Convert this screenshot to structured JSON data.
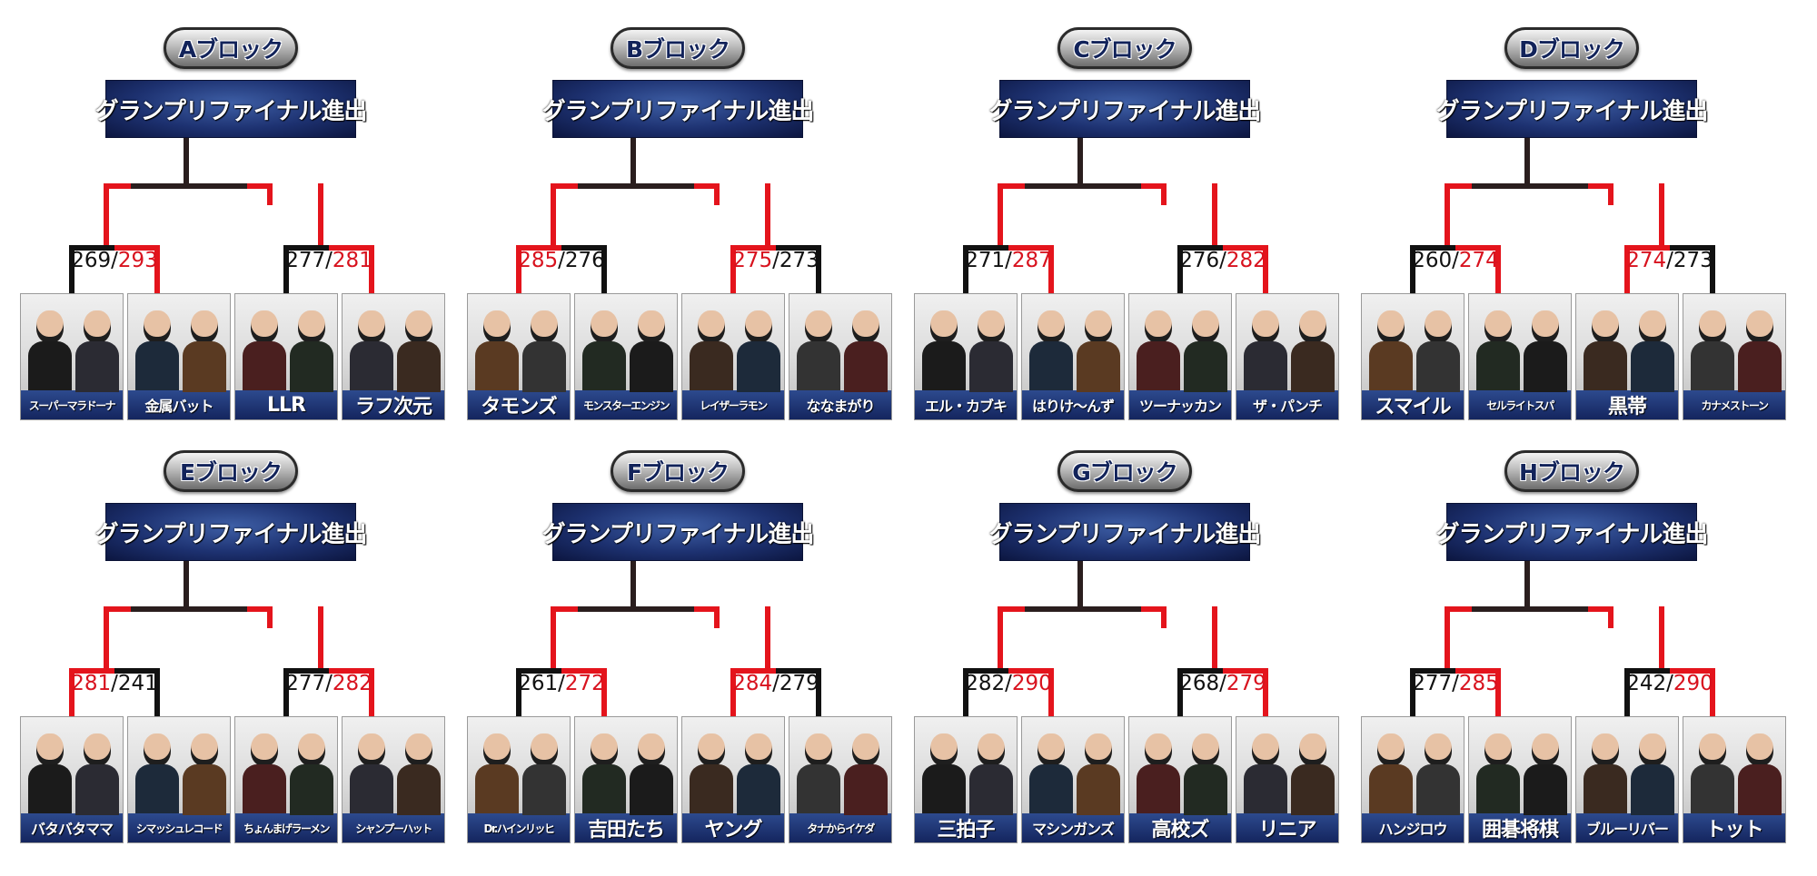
{
  "blocks": [
    {
      "label": "Aブロック",
      "advance": "グランプリファイナル進出",
      "winner_side": "both",
      "matches": [
        {
          "score_left": "269",
          "score_right": "293",
          "winner": "right",
          "teams": [
            {
              "name": "スーパーマラドーナ"
            },
            {
              "name": "金属バット"
            }
          ]
        },
        {
          "score_left": "277",
          "score_right": "281",
          "winner": "right",
          "teams": [
            {
              "name": "LLR"
            },
            {
              "name": "ラフ次元"
            }
          ]
        }
      ]
    },
    {
      "label": "Bブロック",
      "advance": "グランプリファイナル進出",
      "matches": [
        {
          "score_left": "285",
          "score_right": "276",
          "winner": "left",
          "teams": [
            {
              "name": "タモンズ"
            },
            {
              "name": "モンスターエンジン"
            }
          ]
        },
        {
          "score_left": "275",
          "score_right": "273",
          "winner": "left",
          "teams": [
            {
              "name": "レイザーラモン"
            },
            {
              "name": "ななまがり"
            }
          ]
        }
      ]
    },
    {
      "label": "Cブロック",
      "advance": "グランプリファイナル進出",
      "matches": [
        {
          "score_left": "271",
          "score_right": "287",
          "winner": "right",
          "teams": [
            {
              "name": "エル・カブキ"
            },
            {
              "name": "はりけ〜んず"
            }
          ]
        },
        {
          "score_left": "276",
          "score_right": "282",
          "winner": "right",
          "teams": [
            {
              "name": "ツーナッカン"
            },
            {
              "name": "ザ・パンチ"
            }
          ]
        }
      ]
    },
    {
      "label": "Dブロック",
      "advance": "グランプリファイナル進出",
      "matches": [
        {
          "score_left": "260",
          "score_right": "274",
          "winner": "right",
          "teams": [
            {
              "name": "スマイル"
            },
            {
              "name": "セルライトスパ"
            }
          ]
        },
        {
          "score_left": "274",
          "score_right": "273",
          "winner": "left",
          "teams": [
            {
              "name": "黒帯"
            },
            {
              "name": "カナメストーン"
            }
          ]
        }
      ]
    },
    {
      "label": "Eブロック",
      "advance": "グランプリファイナル進出",
      "matches": [
        {
          "score_left": "281",
          "score_right": "241",
          "winner": "left",
          "teams": [
            {
              "name": "バタバタママ"
            },
            {
              "name": "シマッシュレコード"
            }
          ]
        },
        {
          "score_left": "277",
          "score_right": "282",
          "winner": "right",
          "teams": [
            {
              "name": "ちょんまげラーメン"
            },
            {
              "name": "シャンプーハット"
            }
          ]
        }
      ]
    },
    {
      "label": "Fブロック",
      "advance": "グランプリファイナル進出",
      "matches": [
        {
          "score_left": "261",
          "score_right": "272",
          "winner": "right",
          "teams": [
            {
              "name": "Dr.ハインリッヒ"
            },
            {
              "name": "吉田たち"
            }
          ]
        },
        {
          "score_left": "284",
          "score_right": "279",
          "winner": "left",
          "teams": [
            {
              "name": "ヤング"
            },
            {
              "name": "タナからイケダ"
            }
          ]
        }
      ]
    },
    {
      "label": "Gブロック",
      "advance": "グランプリファイナル進出",
      "matches": [
        {
          "score_left": "282",
          "score_right": "290",
          "winner": "right",
          "teams": [
            {
              "name": "三拍子"
            },
            {
              "name": "マシンガンズ"
            }
          ]
        },
        {
          "score_left": "268",
          "score_right": "279",
          "winner": "right",
          "teams": [
            {
              "name": "高校ズ"
            },
            {
              "name": "リニア"
            }
          ]
        }
      ]
    },
    {
      "label": "Hブロック",
      "advance": "グランプリファイナル進出",
      "matches": [
        {
          "score_left": "277",
          "score_right": "285",
          "winner": "right",
          "teams": [
            {
              "name": "ハンジロウ"
            },
            {
              "name": "囲碁将棋"
            }
          ]
        },
        {
          "score_left": "242",
          "score_right": "290",
          "winner": "right",
          "teams": [
            {
              "name": "ブルーリバー"
            },
            {
              "name": "トット"
            }
          ]
        }
      ]
    }
  ],
  "colors": {
    "winner_line": "#e4141c",
    "loser_line": "#111111",
    "trunk": "#2a1e1e",
    "winner_score": "#d8121e",
    "banner": "#1d3170"
  }
}
